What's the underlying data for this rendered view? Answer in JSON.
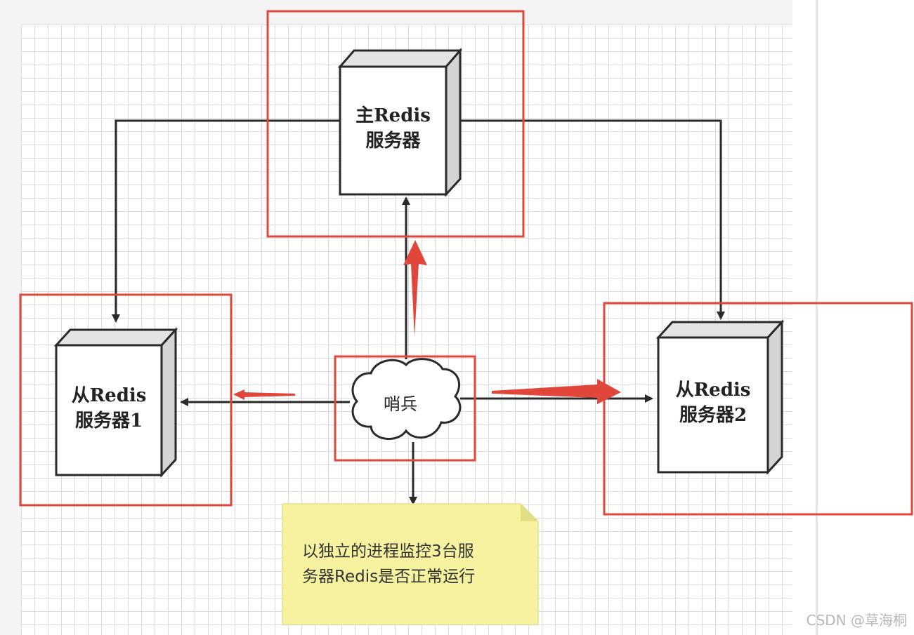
{
  "master": {
    "line1": "主Redis",
    "line2": "服务器"
  },
  "slave1": {
    "line1": "从Redis",
    "line2": "服务器1"
  },
  "slave2": {
    "line1": "从Redis",
    "line2": "服务器2"
  },
  "sentinel": {
    "label": "哨兵"
  },
  "note": {
    "line1": "以独立的进程监控3台服",
    "line2": "务器Redis是否正常运行"
  },
  "watermark": "CSDN @草海桐",
  "colors": {
    "highlight": "#e0463a",
    "line": "#2a2a2a",
    "note_fill": "#f7f2a0",
    "server_face": "#ffffff",
    "server_side": "#e8e8e8"
  }
}
